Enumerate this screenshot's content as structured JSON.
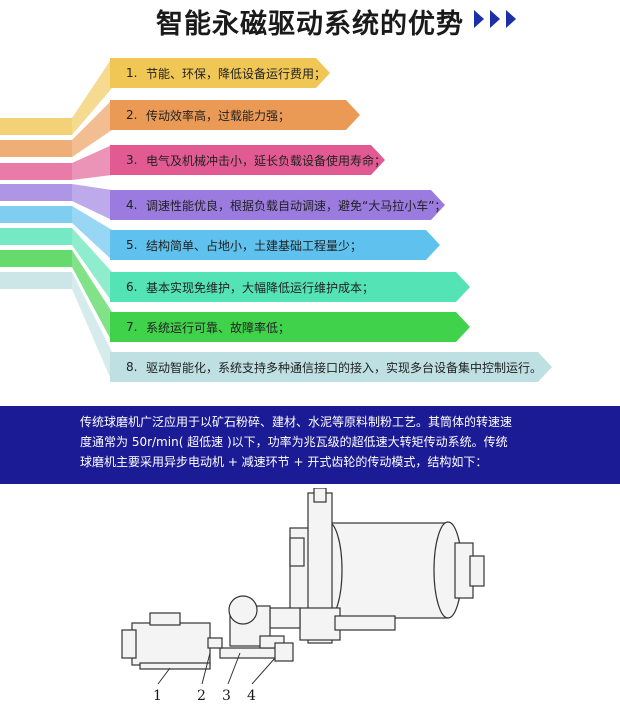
{
  "header": {
    "title": "智能永磁驱动系统的优势"
  },
  "advantages": [
    {
      "num": "1.",
      "text": "节能、环保，降低设备运行费用；",
      "color": "#f0c655"
    },
    {
      "num": "2.",
      "text": "传动效率高，过载能力强；",
      "color": "#eb9a55"
    },
    {
      "num": "3.",
      "text": "电气及机械冲击小，延长负载设备使用寿命；",
      "color": "#e25a92"
    },
    {
      "num": "4.",
      "text": "调速性能优良，根据负载自动调速，避免“大马拉小车”；",
      "color": "#9b7be0"
    },
    {
      "num": "5.",
      "text": "结构简单、占地小，土建基础工程量少；",
      "color": "#5fc1ed"
    },
    {
      "num": "6.",
      "text": "基本实现免维护，大幅降低运行维护成本；",
      "color": "#53e3b4"
    },
    {
      "num": "7.",
      "text": "系统运行可靠、故障率低；",
      "color": "#3fd24a"
    },
    {
      "num": "8.",
      "text": "驱动智能化，系统支持多种通信接口的接入，实现多台设备集中控制运行。",
      "color": "#bfe0e2"
    }
  ],
  "band": {
    "lines": [
      "传统球磨机广泛应用于以矿石粉碎、建材、水泥等原料制粉工艺。其筒体的转速速",
      "度通常为 50r/min( 超低速 )以下，功率为兆瓦级的超低速大转矩传动系统。传统",
      "球磨机主要采用异步电动机 + 减速环节 + 开式齿轮的传动模式，结构如下："
    ]
  },
  "diagram": {
    "callouts": [
      "1",
      "2",
      "3",
      "4"
    ]
  }
}
